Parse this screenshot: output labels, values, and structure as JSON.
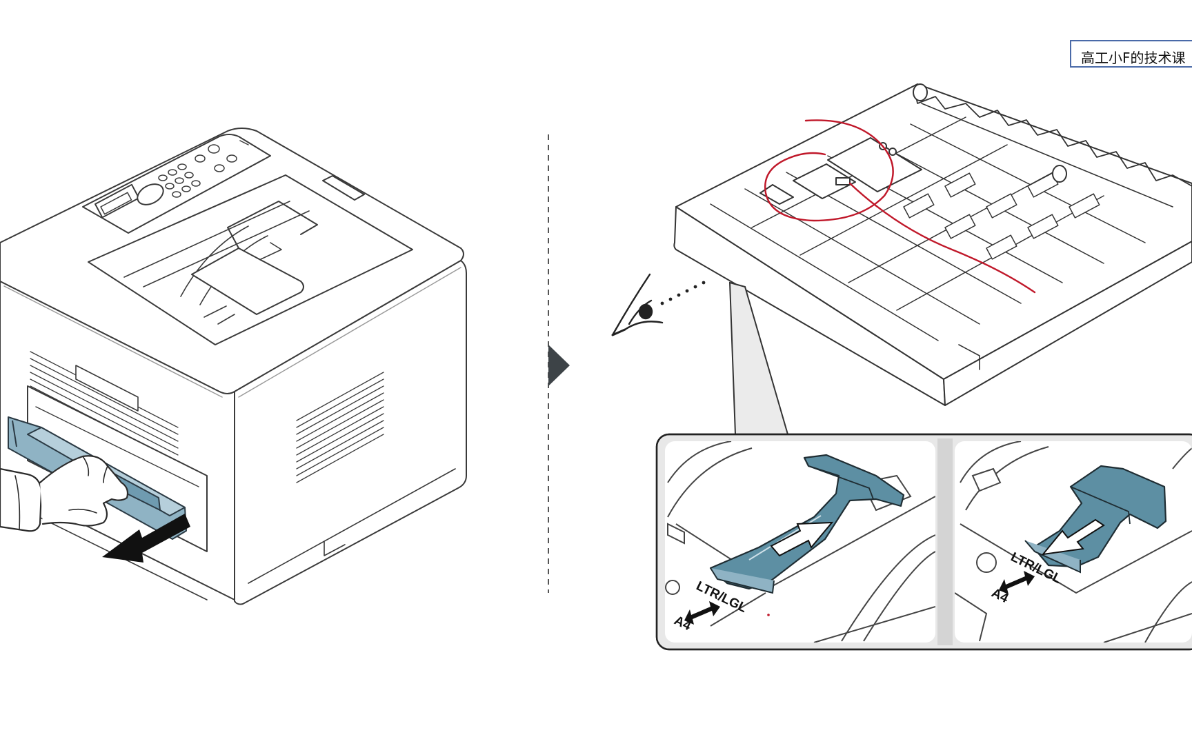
{
  "watermark": {
    "text": "高工小F的技术课"
  },
  "detail_left": {
    "label_letter": "LTR/LGL",
    "label_a4": "A4"
  },
  "detail_right": {
    "label_letter": "LTR/LGL",
    "label_a4": "A4"
  },
  "colors": {
    "line": "#3a3a3a",
    "light_line": "#9a9a9a",
    "tray_fill": "#6f9bb0",
    "guide_fill": "#5d8fa3",
    "annotation": "#c0182a",
    "divider": "#555555"
  },
  "icons": {
    "eye": "eye-icon",
    "next_step": "triangle-right-icon",
    "pull_arrow": "arrow-icon"
  }
}
